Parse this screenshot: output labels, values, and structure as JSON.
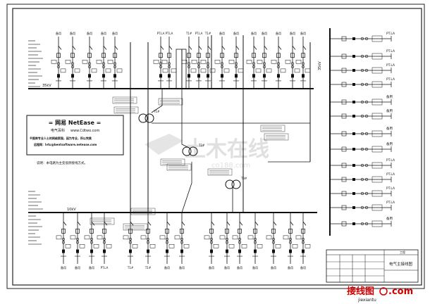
{
  "drawing": {
    "legend_box": {
      "title": "= 网易 NetEase =",
      "subtitle": "电气百科",
      "site": "www.Cdtwo.com",
      "line1": "※图库专业人士的网络家园，因为专业，所以完美",
      "line2": "远程网：lvtu@bentsoftware.netease.com"
    },
    "note": "说明：本电路为主变低侧接线方式。",
    "title_block": {
      "drawing_title": "电气主接线图",
      "label_project": "工程"
    },
    "bus_labels": {
      "bus_35kv_top": "35kV",
      "bus_10kv_bottom": "10kV",
      "bus_right": "35kV"
    },
    "feeder_labels_top": [
      "备用",
      "备用",
      "备用",
      "备用",
      "备用",
      "PT.LA",
      "PT.LA",
      "T1#",
      "PT.LA",
      "T1#",
      "备用",
      "备用",
      "备用",
      "备用"
    ],
    "feeder_labels_bottom": [
      "备用",
      "备用",
      "备用",
      "PT.LA",
      "T1#",
      "T1#",
      "备用",
      "备用",
      "备用",
      "备用",
      "备用",
      "备用",
      "备用"
    ],
    "right_labels": [
      "PT.LA",
      "PT.LA",
      "PT.LA",
      "PT.LA",
      "备用",
      "备用",
      "备用",
      "备用"
    ],
    "transformer_labels": [
      "T1#",
      "T2#",
      "T3#"
    ],
    "watermarks": {
      "center": "土木在线",
      "center_sub": "co188.com",
      "bottom_site": "接线图",
      "bottom_site_suffix": ".com",
      "bottom_domain": "jiexiantu"
    },
    "colors": {
      "line": "#1a1a1a",
      "red": "#d10000",
      "watermark": "#c8c8c8"
    }
  }
}
